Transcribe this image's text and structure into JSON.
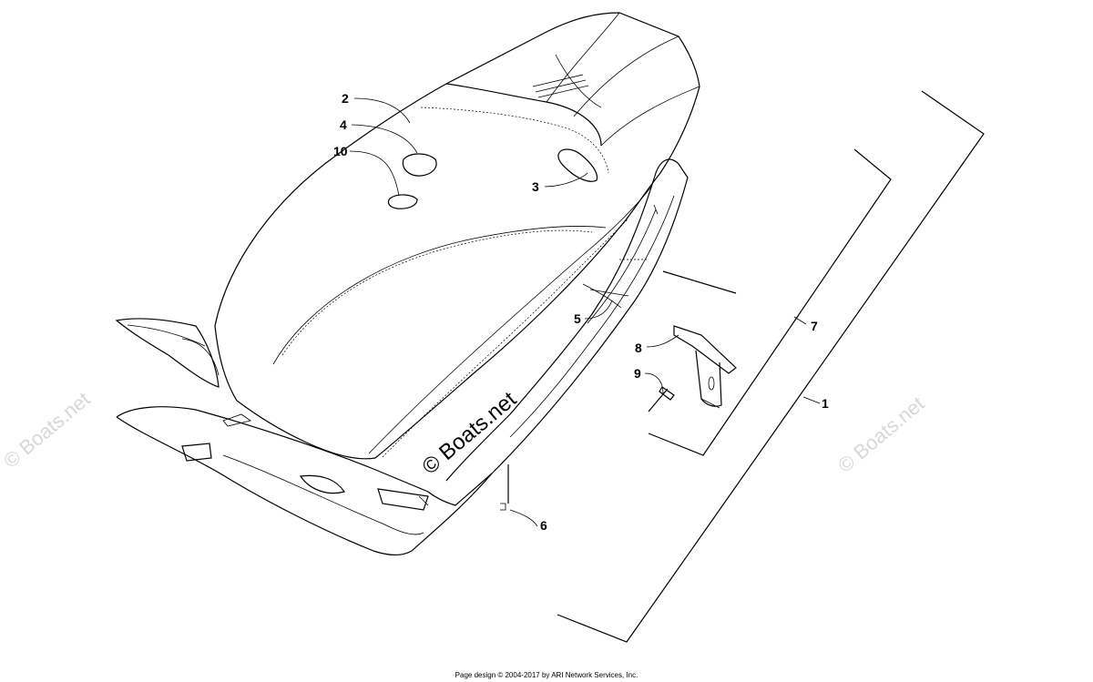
{
  "callouts": {
    "c1": "1",
    "c2": "2",
    "c3": "3",
    "c4": "4",
    "c5": "5",
    "c6": "6",
    "c7": "7",
    "c8": "8",
    "c9": "9",
    "c10": "10"
  },
  "watermark": {
    "center": "© Boats.net",
    "left": "© Boats.net",
    "right": "© Boats.net"
  },
  "footer": "Page design © 2004-2017 by ARI Network Services, Inc."
}
